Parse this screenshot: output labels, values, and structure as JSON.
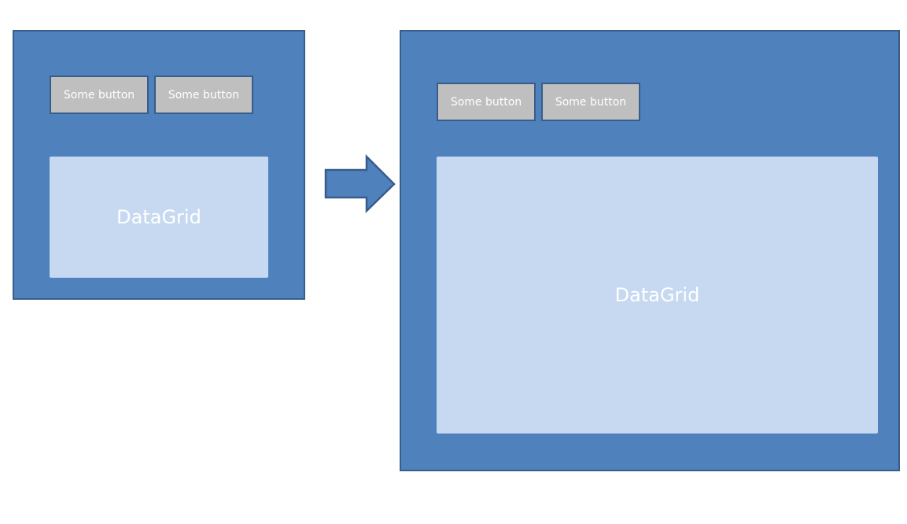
{
  "before": {
    "buttons": [
      "Some button",
      "Some button"
    ],
    "grid_label": "DataGrid"
  },
  "after": {
    "buttons": [
      "Some button",
      "Some button"
    ],
    "grid_label": "DataGrid"
  },
  "colors": {
    "window_fill": "#4f81bd",
    "window_border": "#385d8a",
    "button_fill": "#bfbfbf",
    "grid_fill": "#c6d9f1",
    "text": "#ffffff"
  },
  "icons": {
    "arrow": "right-arrow-icon"
  }
}
